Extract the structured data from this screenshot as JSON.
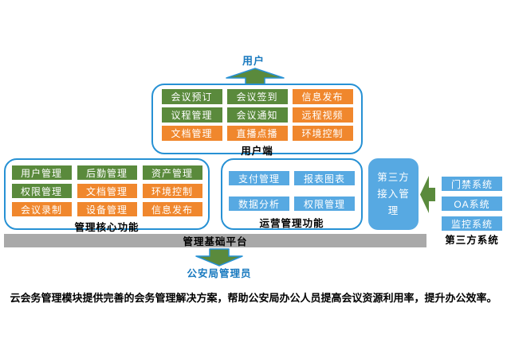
{
  "colors": {
    "green": "#5a8a3c",
    "orange": "#f0872d",
    "blue_box": "#57a9e2",
    "panel_border_blue": "#2791d4",
    "arrow_green": "#5a8a3c",
    "gray_bar": "#a9a9a9",
    "blue_text": "#1879bf"
  },
  "top": {
    "user_label": "用户"
  },
  "user_terminal": {
    "title": "用户端",
    "boxes": [
      {
        "label": "会议预订",
        "color": "green"
      },
      {
        "label": "会议签到",
        "color": "green"
      },
      {
        "label": "信息发布",
        "color": "orange"
      },
      {
        "label": "议程管理",
        "color": "green"
      },
      {
        "label": "会议通知",
        "color": "green"
      },
      {
        "label": "远程视频",
        "color": "orange"
      },
      {
        "label": "文档管理",
        "color": "orange"
      },
      {
        "label": "直播点播",
        "color": "orange"
      },
      {
        "label": "环境控制",
        "color": "orange"
      }
    ]
  },
  "core_management": {
    "title": "管理核心功能",
    "boxes": [
      {
        "label": "用户管理",
        "color": "green"
      },
      {
        "label": "后勤管理",
        "color": "green"
      },
      {
        "label": "资产管理",
        "color": "green"
      },
      {
        "label": "权限管理",
        "color": "green"
      },
      {
        "label": "文档管理",
        "color": "orange"
      },
      {
        "label": "环境控制",
        "color": "orange"
      },
      {
        "label": "会议录制",
        "color": "orange"
      },
      {
        "label": "设备管理",
        "color": "orange"
      },
      {
        "label": "信息发布",
        "color": "orange"
      }
    ]
  },
  "operations": {
    "title": "运营管理功能",
    "boxes": [
      {
        "label": "支付管理",
        "color": "blue"
      },
      {
        "label": "报表图表",
        "color": "blue"
      },
      {
        "label": "数据分析",
        "color": "blue"
      },
      {
        "label": "权限管理",
        "color": "blue"
      }
    ]
  },
  "third_party_access": {
    "label": "第三方接入管理"
  },
  "third_party_systems": {
    "title": "第三方系统",
    "boxes": [
      {
        "label": "门禁系统"
      },
      {
        "label": "OA系统"
      },
      {
        "label": "监控系统"
      }
    ]
  },
  "platform_bar": {
    "label": "管理基础平台"
  },
  "admin_label": "公安局管理员",
  "footer": "云会务管理模块提供完善的会务管理解决方案，帮助公安局办公人员提高会议资源利用率，提升办公效率。"
}
